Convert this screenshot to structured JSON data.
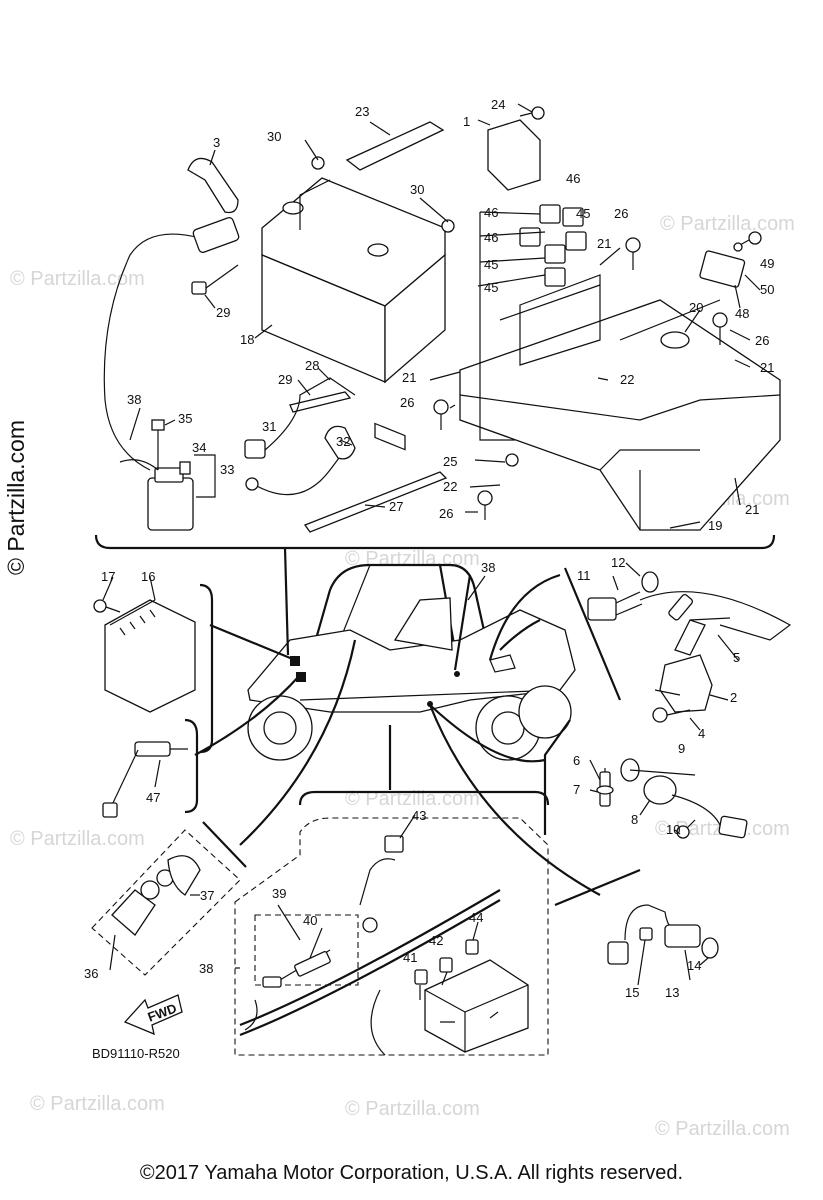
{
  "diagram": {
    "ref_code": "BD91110-R520",
    "fwd_label": "FWD",
    "watermark_side": "© Partzilla.com",
    "watermark_text": "© Partzilla.com",
    "copyright": "©2017  Yamaha Motor Corporation, U.S.A. All rights reserved."
  },
  "callouts": [
    "1",
    "2",
    "3",
    "4",
    "5",
    "6",
    "7",
    "8",
    "9",
    "10",
    "11",
    "12",
    "13",
    "14",
    "15",
    "16",
    "17",
    "18",
    "19",
    "20",
    "21",
    "22",
    "23",
    "24",
    "25",
    "26",
    "27",
    "28",
    "29",
    "30",
    "31",
    "32",
    "33",
    "34",
    "35",
    "36",
    "37",
    "38",
    "39",
    "40",
    "41",
    "42",
    "43",
    "44",
    "45",
    "46",
    "47",
    "48",
    "49",
    "50"
  ]
}
